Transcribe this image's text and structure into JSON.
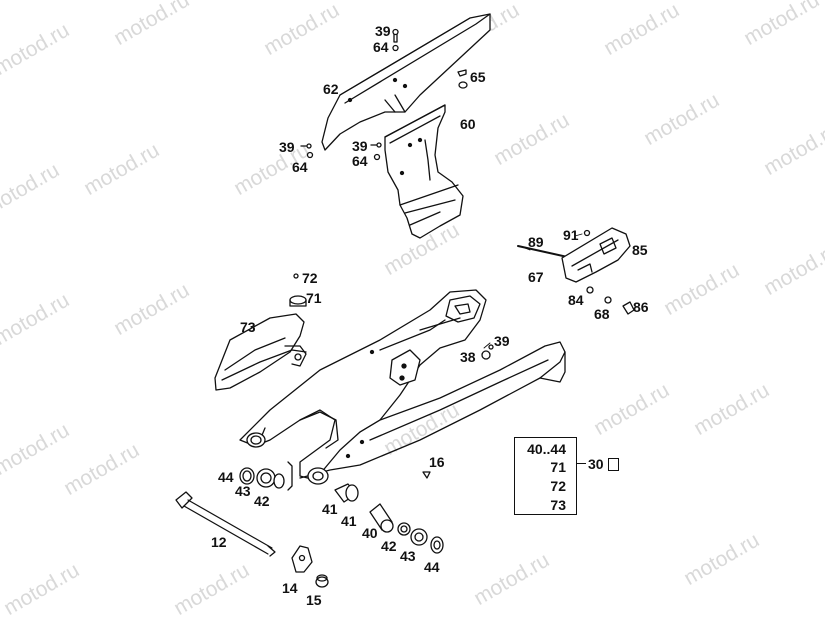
{
  "watermark": "motod.ru",
  "labels": {
    "l39a": "39",
    "l64a": "64",
    "l62": "62",
    "l65": "65",
    "l60": "60",
    "l39b": "39",
    "l64b": "64",
    "l39c": "39",
    "l64c": "64",
    "l89": "89",
    "l91": "91",
    "l85": "85",
    "l67": "67",
    "l84": "84",
    "l68": "68",
    "l86": "86",
    "l72": "72",
    "l71": "71",
    "l73": "73",
    "l39d": "39",
    "l38": "38",
    "l16": "16",
    "l44a": "44",
    "l43a": "43",
    "l42a": "42",
    "l12": "12",
    "l41a": "41",
    "l41b": "41",
    "l40": "40",
    "l42b": "42",
    "l43b": "43",
    "l44b": "44",
    "l14": "14",
    "l15": "15"
  },
  "kit": {
    "rows": [
      "40..44",
      "71",
      "72",
      "73"
    ],
    "ref": "30"
  }
}
